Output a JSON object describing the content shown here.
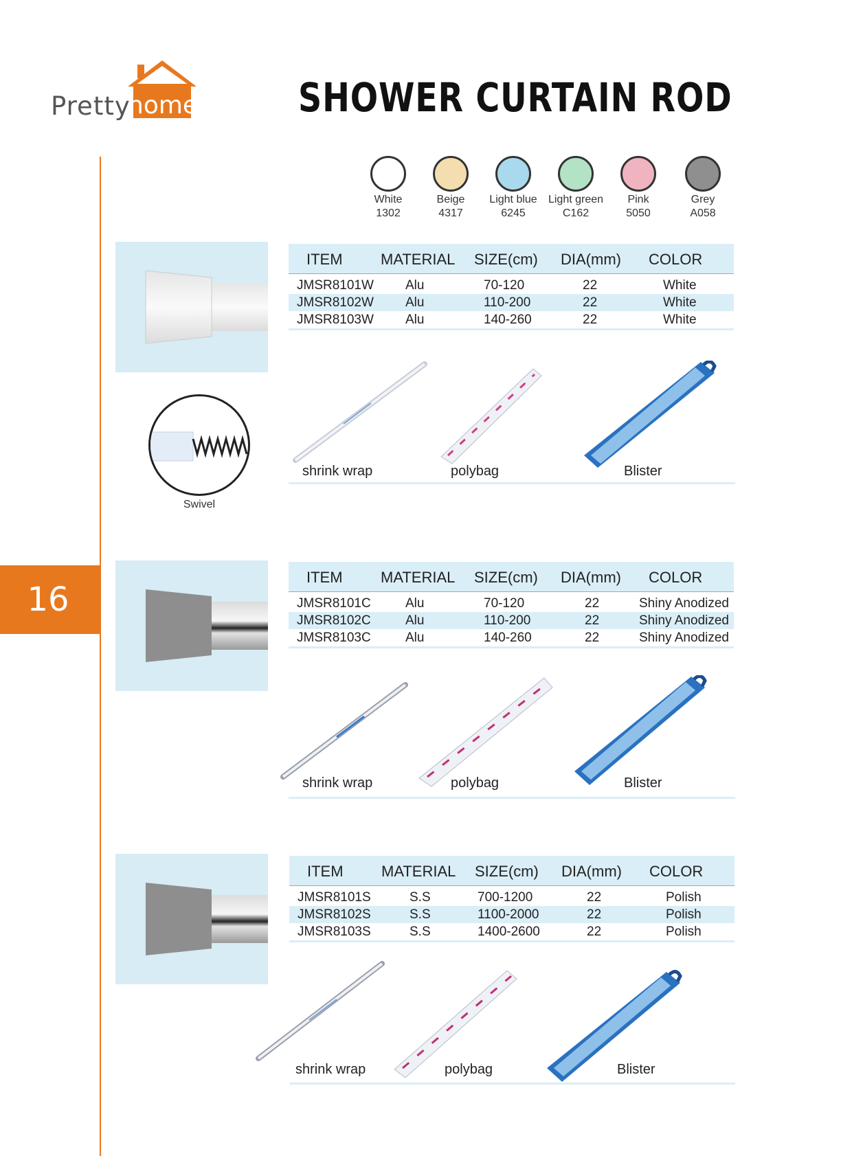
{
  "logo": {
    "word1": "Pretty",
    "word2": "home"
  },
  "title": "SHOWER CURTAIN ROD",
  "page_number": "16",
  "colors": {
    "accent": "#e8781e",
    "table_band": "#daeef7",
    "image_bg": "#d7ecf4"
  },
  "swatches": [
    {
      "name": "White",
      "code": "1302",
      "color": "#ffffff"
    },
    {
      "name": "Beige",
      "code": "4317",
      "color": "#f4deb0"
    },
    {
      "name": "Light blue",
      "code": "6245",
      "color": "#a9d9ec"
    },
    {
      "name": "Light green",
      "code": "C162",
      "color": "#b4e2c4"
    },
    {
      "name": "Pink",
      "code": "5050",
      "color": "#f0b4c0"
    },
    {
      "name": "Grey",
      "code": "A058",
      "color": "#8f8f8f"
    }
  ],
  "table_headers": [
    "ITEM",
    "MATERIAL",
    "SIZE(cm)",
    "DIA(mm)",
    "COLOR"
  ],
  "sections": [
    {
      "rows": [
        [
          "JMSR8101W",
          "Alu",
          "70-120",
          "22",
          "White"
        ],
        [
          "JMSR8102W",
          "Alu",
          "110-200",
          "22",
          "White"
        ],
        [
          "JMSR8103W",
          "Alu",
          "140-260",
          "22",
          "White"
        ]
      ],
      "packs": [
        "shrink wrap",
        "polybag",
        "Blister"
      ]
    },
    {
      "rows": [
        [
          "JMSR8101C",
          "Alu",
          "70-120",
          "22",
          "Shiny Anodized"
        ],
        [
          "JMSR8102C",
          "Alu",
          "110-200",
          "22",
          "Shiny Anodized"
        ],
        [
          "JMSR8103C",
          "Alu",
          "140-260",
          "22",
          "Shiny Anodized"
        ]
      ],
      "packs": [
        "shrink wrap",
        "polybag",
        "Blister"
      ]
    },
    {
      "rows": [
        [
          "JMSR8101S",
          "S.S",
          "700-1200",
          "22",
          "Polish"
        ],
        [
          "JMSR8102S",
          "S.S",
          "1100-2000",
          "22",
          "Polish"
        ],
        [
          "JMSR8103S",
          "S.S",
          "1400-2600",
          "22",
          "Polish"
        ]
      ],
      "packs": [
        "shrink wrap",
        "polybag",
        "Blister"
      ]
    }
  ],
  "swivel_label": "Swivel"
}
